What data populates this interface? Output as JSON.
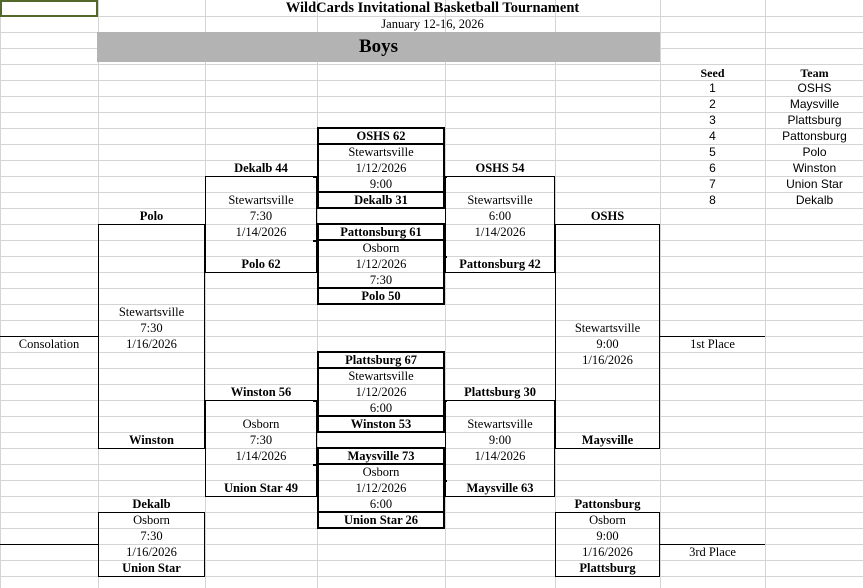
{
  "window": {
    "title": "WildCards Invitational Basketball Tournament",
    "subtitle": "January 12-16, 2026",
    "division_banner": "Boys"
  },
  "seed_table": {
    "headers": {
      "seed": "Seed",
      "team": "Team"
    },
    "rows": [
      {
        "seed": "1",
        "team": "OSHS"
      },
      {
        "seed": "2",
        "team": "Maysville"
      },
      {
        "seed": "3",
        "team": "Plattsburg"
      },
      {
        "seed": "4",
        "team": "Pattonsburg"
      },
      {
        "seed": "5",
        "team": "Polo"
      },
      {
        "seed": "6",
        "team": "Winston"
      },
      {
        "seed": "7",
        "team": "Union Star"
      },
      {
        "seed": "8",
        "team": "Dekalb"
      }
    ]
  },
  "labels": {
    "consolation": "Consolation",
    "first_place": "1st Place",
    "third_place": "3rd Place"
  },
  "bracket": {
    "round1": [
      {
        "id": "r1-g1",
        "top_team": "OSHS  62",
        "bottom_team": "Dekalb  31",
        "site": "Stewartsville",
        "date": "1/12/2026",
        "time": "9:00"
      },
      {
        "id": "r1-g2",
        "top_team": "Pattonsburg  61",
        "bottom_team": "Polo  50",
        "site": "Osborn",
        "date": "1/12/2026",
        "time": "7:30"
      },
      {
        "id": "r1-g3",
        "top_team": "Plattsburg  67",
        "bottom_team": "Winston  53",
        "site": "Stewartsville",
        "date": "1/12/2026",
        "time": "6:00"
      },
      {
        "id": "r1-g4",
        "top_team": "Maysville  73",
        "bottom_team": "Union Star  26",
        "site": "Osborn",
        "date": "1/12/2026",
        "time": "6:00"
      }
    ],
    "round2_winners": [
      {
        "id": "r2-g1",
        "top_team": "OSHS 54",
        "bottom_team": "Pattonsburg 42",
        "site": "Stewartsville",
        "time": "6:00",
        "date": "1/14/2026"
      },
      {
        "id": "r2-g2",
        "top_team": "Plattsburg 30",
        "bottom_team": "Maysville 63",
        "site": "Stewartsville",
        "time": "9:00",
        "date": "1/14/2026"
      }
    ],
    "round2_losers": [
      {
        "id": "cons-g1",
        "top_team": "Dekalb 44",
        "bottom_team": "Polo 62",
        "site": "Stewartsville",
        "time": "7:30",
        "date": "1/14/2026"
      },
      {
        "id": "cons-g2",
        "top_team": "Winston 56",
        "bottom_team": "Union Star 49",
        "site": "Osborn",
        "time": "7:30",
        "date": "1/14/2026"
      }
    ],
    "championship": {
      "id": "final",
      "top_team": "OSHS",
      "bottom_team": "Maysville",
      "site": "Stewartsville",
      "time": "9:00",
      "date": "1/16/2026"
    },
    "third_place_game": {
      "id": "third",
      "top_team": "Pattonsburg",
      "bottom_team": "Plattsburg",
      "site": "Osborn",
      "time": "9:00",
      "date": "1/16/2026"
    },
    "consolation_final": {
      "id": "cons-final",
      "top_team": "Polo",
      "bottom_team": "Winston",
      "site": "Stewartsville",
      "time": "7:30",
      "date": "1/16/2026"
    },
    "seventh_place_game": {
      "id": "seventh",
      "top_team": "Dekalb",
      "bottom_team": "Union Star",
      "site": "Osborn",
      "time": "7:30",
      "date": "1/16/2026"
    }
  },
  "colors": {
    "banner_bg": "#b3b3b3",
    "grid_line": "#d4d4d4",
    "selection_border": "#53682b",
    "text": "#000000"
  }
}
